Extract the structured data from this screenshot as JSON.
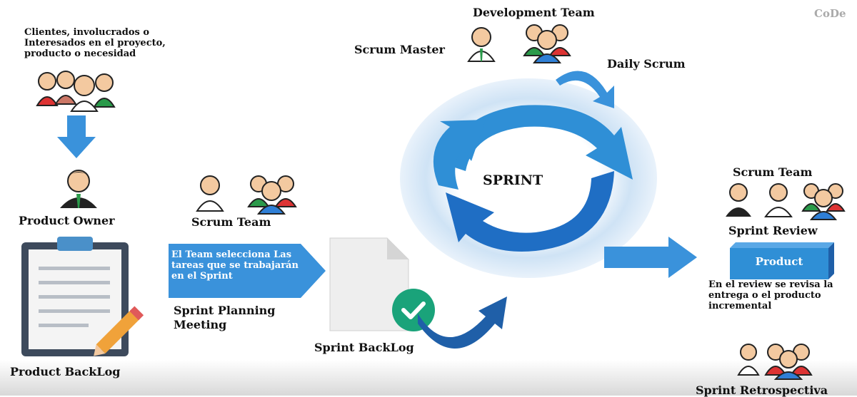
{
  "watermark": "CoDe",
  "clients": {
    "text": "Clientes, involucrados o Interesados en el proyecto, producto o necesidad"
  },
  "product_owner": {
    "label": "Product Owner"
  },
  "product_backlog": {
    "label": "Product BackLog"
  },
  "scrum_team_planning": {
    "label": "Scrum Team"
  },
  "team_selects": {
    "text": "El Team selecciona Las tareas que se trabajarán en el Sprint"
  },
  "sprint_planning": {
    "label": "Sprint Planning Meeting"
  },
  "sprint_backlog": {
    "label": "Sprint BackLog"
  },
  "development_team": {
    "label": "Development Team"
  },
  "scrum_master": {
    "label": "Scrum Master"
  },
  "daily_scrum": {
    "label": "Daily Scrum"
  },
  "sprint": {
    "label": "SPRINT"
  },
  "scrum_team_review": {
    "label": "Scrum Team"
  },
  "sprint_review": {
    "label": "Sprint Review"
  },
  "product": {
    "label": "Product"
  },
  "review_text": {
    "text": "En el review se revisa la entrega o el producto incremental"
  },
  "sprint_retrospective": {
    "label": "Sprint Retrospectiva"
  },
  "colors": {
    "arrow_blue": "#2f8fd6",
    "dark_blue": "#1f5fa8",
    "green_check": "#1aa37a"
  }
}
